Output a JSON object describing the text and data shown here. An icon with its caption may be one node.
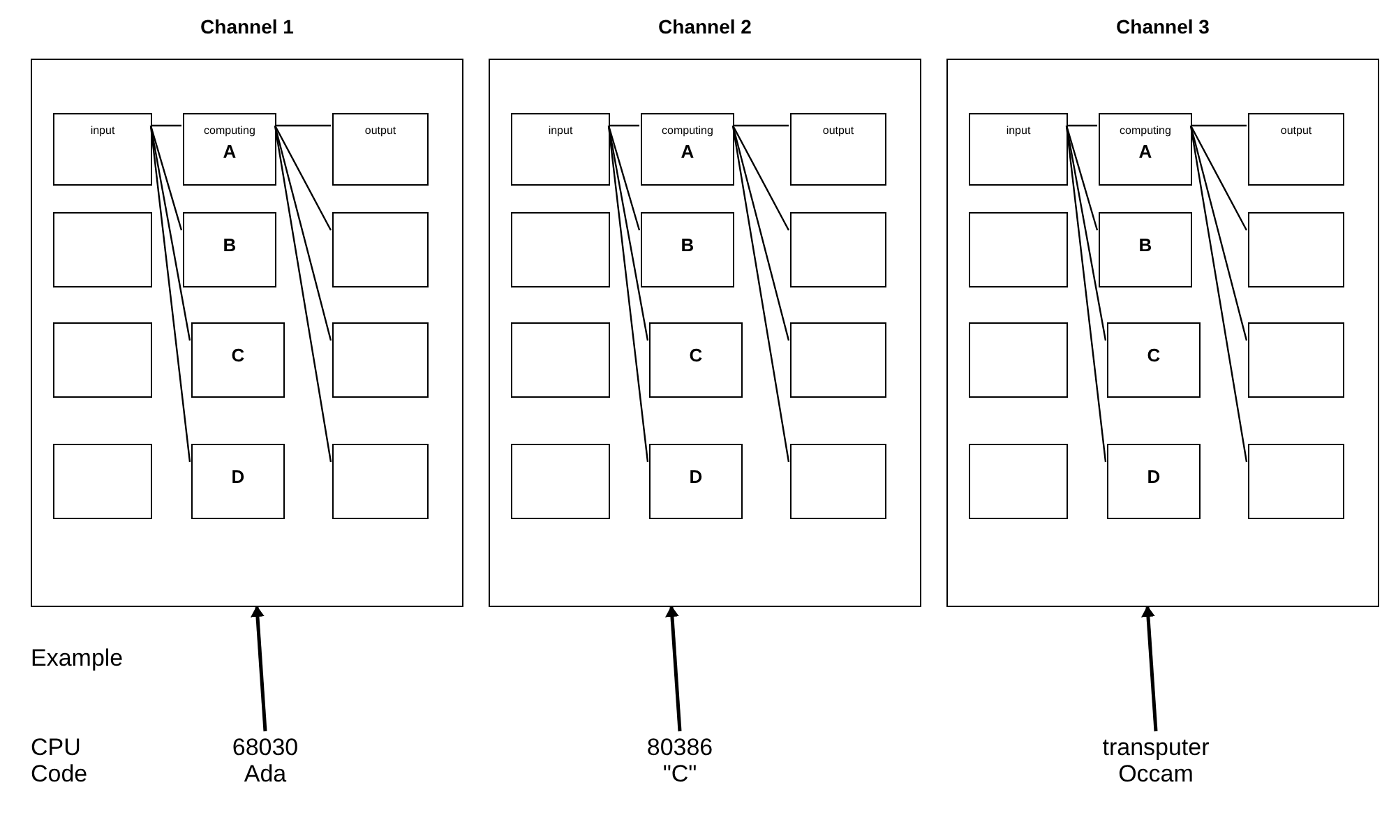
{
  "diagram": {
    "nodes": [
      {
        "text": [
          "Channel 1"
        ]
      },
      {
        "text": [
          "input"
        ],
        "in": 0
      },
      {
        "text": [
          "computing",
          "A"
        ],
        "in": 0
      },
      {
        "text": [
          "output"
        ],
        "in": 0
      },
      {
        "text": [],
        "shape": "box",
        "in": 0
      },
      {
        "text": [
          "B"
        ],
        "in": 0
      },
      {
        "text": [],
        "shape": "box",
        "in": 0
      },
      {
        "text": [],
        "shape": "box",
        "in": 0
      },
      {
        "text": [
          "C"
        ],
        "in": 0
      },
      {
        "text": [],
        "shape": "box",
        "in": 0
      },
      {
        "text": [],
        "shape": "box",
        "in": 0
      },
      {
        "text": [
          "D"
        ],
        "in": 0
      },
      {
        "text": [],
        "shape": "box",
        "in": 0
      },
      {
        "text": [
          "Channel 2"
        ]
      },
      {
        "text": [
          "input"
        ],
        "in": 13
      },
      {
        "text": [
          "computing",
          "A"
        ],
        "in": 13
      },
      {
        "text": [
          "output"
        ],
        "in": 13
      },
      {
        "text": [],
        "shape": "box",
        "in": 13
      },
      {
        "text": [
          "B"
        ],
        "in": 13
      },
      {
        "text": [],
        "shape": "box",
        "in": 13
      },
      {
        "text": [],
        "shape": "box",
        "in": 13
      },
      {
        "text": [
          "C"
        ],
        "in": 13
      },
      {
        "text": [],
        "shape": "box",
        "in": 13
      },
      {
        "text": [],
        "shape": "box",
        "in": 13
      },
      {
        "text": [
          "D"
        ],
        "in": 13
      },
      {
        "text": [],
        "shape": "box",
        "in": 13
      },
      {
        "text": [
          "Channel 3"
        ]
      },
      {
        "text": [
          "input"
        ],
        "in": 26
      },
      {
        "text": [
          "computing",
          "A"
        ],
        "in": 26
      },
      {
        "text": [
          "output"
        ],
        "in": 26
      },
      {
        "text": [],
        "shape": "box",
        "in": 26
      },
      {
        "text": [
          "B"
        ],
        "in": 26
      },
      {
        "text": [],
        "shape": "box",
        "in": 26
      },
      {
        "text": [],
        "shape": "box",
        "in": 26
      },
      {
        "text": [
          "C"
        ],
        "in": 26
      },
      {
        "text": [],
        "shape": "box",
        "in": 26
      },
      {
        "text": [],
        "shape": "box",
        "in": 26
      },
      {
        "text": [
          "D"
        ],
        "in": 26
      },
      {
        "text": [],
        "shape": "box",
        "in": 26
      },
      {
        "text": [
          "68030",
          "Ada"
        ]
      },
      {
        "text": [
          "80386",
          "\"C\""
        ]
      },
      {
        "text": [
          "transputer",
          "Occam"
        ]
      }
    ],
    "edges": [
      {
        "from": 1,
        "to": 2,
        "arrow": "none"
      },
      {
        "from": 2,
        "to": 3,
        "arrow": "none"
      },
      {
        "from": 1,
        "to": 5,
        "arrow": "none"
      },
      {
        "from": 1,
        "to": 8,
        "arrow": "none"
      },
      {
        "from": 1,
        "to": 11,
        "arrow": "none"
      },
      {
        "from": 2,
        "to": 6,
        "arrow": "none"
      },
      {
        "from": 2,
        "to": 9,
        "arrow": "none"
      },
      {
        "from": 2,
        "to": 12,
        "arrow": "none"
      },
      {
        "from": 14,
        "to": 15,
        "arrow": "none"
      },
      {
        "from": 15,
        "to": 16,
        "arrow": "none"
      },
      {
        "from": 14,
        "to": 18,
        "arrow": "none"
      },
      {
        "from": 14,
        "to": 21,
        "arrow": "none"
      },
      {
        "from": 14,
        "to": 24,
        "arrow": "none"
      },
      {
        "from": 15,
        "to": 19,
        "arrow": "none"
      },
      {
        "from": 15,
        "to": 22,
        "arrow": "none"
      },
      {
        "from": 15,
        "to": 25,
        "arrow": "none"
      },
      {
        "from": 27,
        "to": 28,
        "arrow": "none"
      },
      {
        "from": 28,
        "to": 29,
        "arrow": "none"
      },
      {
        "from": 27,
        "to": 31,
        "arrow": "none"
      },
      {
        "from": 27,
        "to": 34,
        "arrow": "none"
      },
      {
        "from": 27,
        "to": 37,
        "arrow": "none"
      },
      {
        "from": 28,
        "to": 32,
        "arrow": "none"
      },
      {
        "from": 28,
        "to": 35,
        "arrow": "none"
      },
      {
        "from": 28,
        "to": 38,
        "arrow": "none"
      },
      {
        "from": 39,
        "to": 0,
        "arrow": "to"
      },
      {
        "from": 40,
        "to": 13,
        "arrow": "to"
      },
      {
        "from": 41,
        "to": 26,
        "arrow": "to"
      }
    ],
    "labels": [
      "Example",
      "CPU",
      "Code"
    ]
  }
}
